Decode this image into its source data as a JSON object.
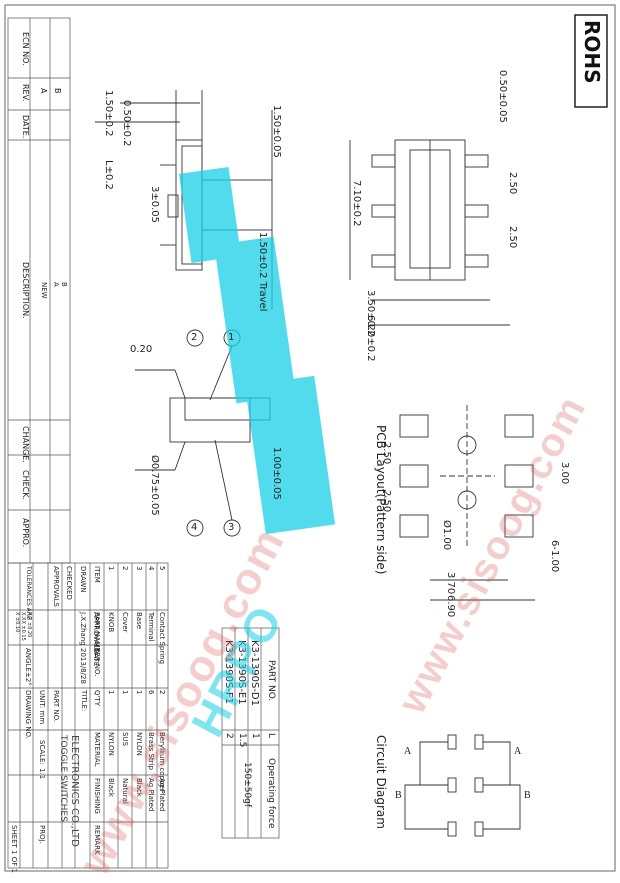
{
  "rohs_label": "ROHS",
  "revision_block": {
    "headers": [
      "ECN NO.",
      "REV.",
      "DATE.",
      "DESCRIPTION.",
      "CHANGE.",
      "CHECK.",
      "APPRO."
    ],
    "rev_a": "A",
    "rev_b": "B",
    "description_new": "NEW",
    "rev_marker_a": "A",
    "rev_marker_b": "B"
  },
  "dimensions": {
    "top_left_width": "1.50±0.2",
    "top_l": "L±0.2",
    "top_knob_offset": "0.50±0.2",
    "body_height": "1.50±0.05",
    "lead_pitch": "3±0.05",
    "travel": "1.50±0.2 Travel",
    "top_right_pad": "0.50±0.05",
    "pitch_1": "2.50",
    "pitch_2": "2.50",
    "overall_height": "7.10±0.2",
    "body_width": "3.50±0.2",
    "overall_width": "6.20±0.2",
    "lead_offset": "0.20",
    "pin_dia": "Ø0.75±0.05",
    "knob_height": "1.00±0.05",
    "pcb_pitch_1": "2.50",
    "pcb_pitch_2": "2.50",
    "pcb_height": "3.00",
    "hole_dia": "Ø1.00",
    "pad_size": "6-1.00",
    "pcb_inner_width": "3.70",
    "pcb_outer_width": "6.90"
  },
  "callouts": [
    "1",
    "2",
    "3",
    "4"
  ],
  "pcb_layout_label": "PCB Layout(Pattern side)",
  "circuit_label": "Circuit Diagram",
  "circuit_nodes": {
    "a_left": "A",
    "a_right": "A",
    "b_left": "B",
    "b_right": "B"
  },
  "part_table": {
    "header_part": "PART NO.",
    "header_l": "L",
    "header_force": "Operating force",
    "rows": [
      {
        "part": "K3-1390S-D1",
        "l": "1"
      },
      {
        "part": "K3-1390S-E1",
        "l": "1.5"
      },
      {
        "part": "K3-1390S-F1",
        "l": "2"
      }
    ],
    "force_value": "150±50gf"
  },
  "bom": {
    "headers": [
      "ITEM",
      "PART NAME",
      "TER NO.",
      "Q'TY",
      "MATERIAL",
      "FINISHING",
      "REMARK"
    ],
    "rows": [
      {
        "item": "5",
        "name": "Contact Spring",
        "qty": "2",
        "material": "Beryllium copper",
        "finish": "Ag Plated"
      },
      {
        "item": "4",
        "name": "Terminal",
        "qty": "6",
        "material": "Brass Strip",
        "finish": "Ag Plated"
      },
      {
        "item": "3",
        "name": "Base",
        "qty": "1",
        "material": "NYLON",
        "finish": "Black"
      },
      {
        "item": "2",
        "name": "Cover",
        "qty": "1",
        "material": "SUS",
        "finish": "Natural"
      },
      {
        "item": "1",
        "name": "KNOB",
        "qty": "1",
        "material": "NYLON",
        "finish": "Black"
      }
    ]
  },
  "title_block": {
    "drawn": "DRAWN",
    "checked": "CHECKED",
    "approvals": "APPROVALS",
    "approvals_col": "APPROVALS",
    "date_col": "DATE",
    "drawn_by": "J.X.Zhang",
    "drawn_date": "2013/8/28",
    "title_label": "TITLE:",
    "company": "ELECTRONICS CO.,LTD",
    "product": "TOGGLE SWITCHES",
    "part_no_label": "PART NO.",
    "unit_label": "UNIT: mm",
    "scale_label": "SCALE:",
    "scale_value": "1:1",
    "drawing_no_label": "DRAWING NO.",
    "sheet_label": "SHEET 1 OF 1",
    "proj_label": "PROJ.",
    "tolerances_label": "TOLERANCES ARE",
    "tol_lines": [
      "X.X  ±0.20",
      "X.XX ±0.15",
      "X  ±0.10"
    ],
    "angle_label": "ANGLE",
    "angle_value": "±2°"
  },
  "watermark": {
    "large": "HRPO",
    "site": "www.sisoog.com",
    "brand": "www.sisoog.com"
  },
  "colors": {
    "line": "#333333",
    "watermark_cyan": "#19d0e6",
    "watermark_red": "#e07070"
  }
}
